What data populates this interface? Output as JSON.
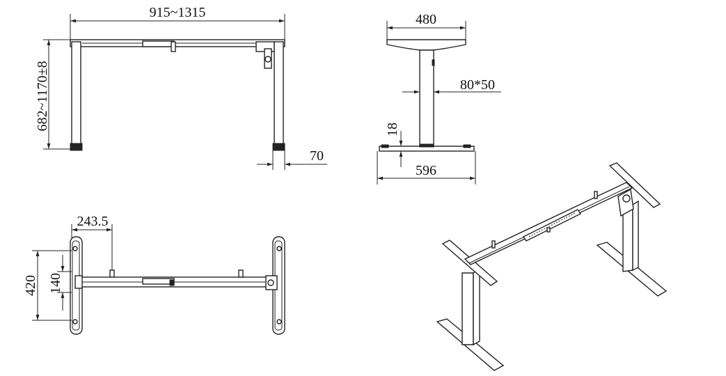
{
  "front_view": {
    "width_dim": "915~1315",
    "height_dim": "682~1170±8",
    "foot_width_dim": "70"
  },
  "side_view": {
    "top_width_dim": "480",
    "column_dim": "80*50",
    "foot_height_dim": "18",
    "foot_length_dim": "596"
  },
  "top_view": {
    "offset_dim": "243.5",
    "foot_span_dim": "420",
    "hole_span_dim": "140"
  }
}
